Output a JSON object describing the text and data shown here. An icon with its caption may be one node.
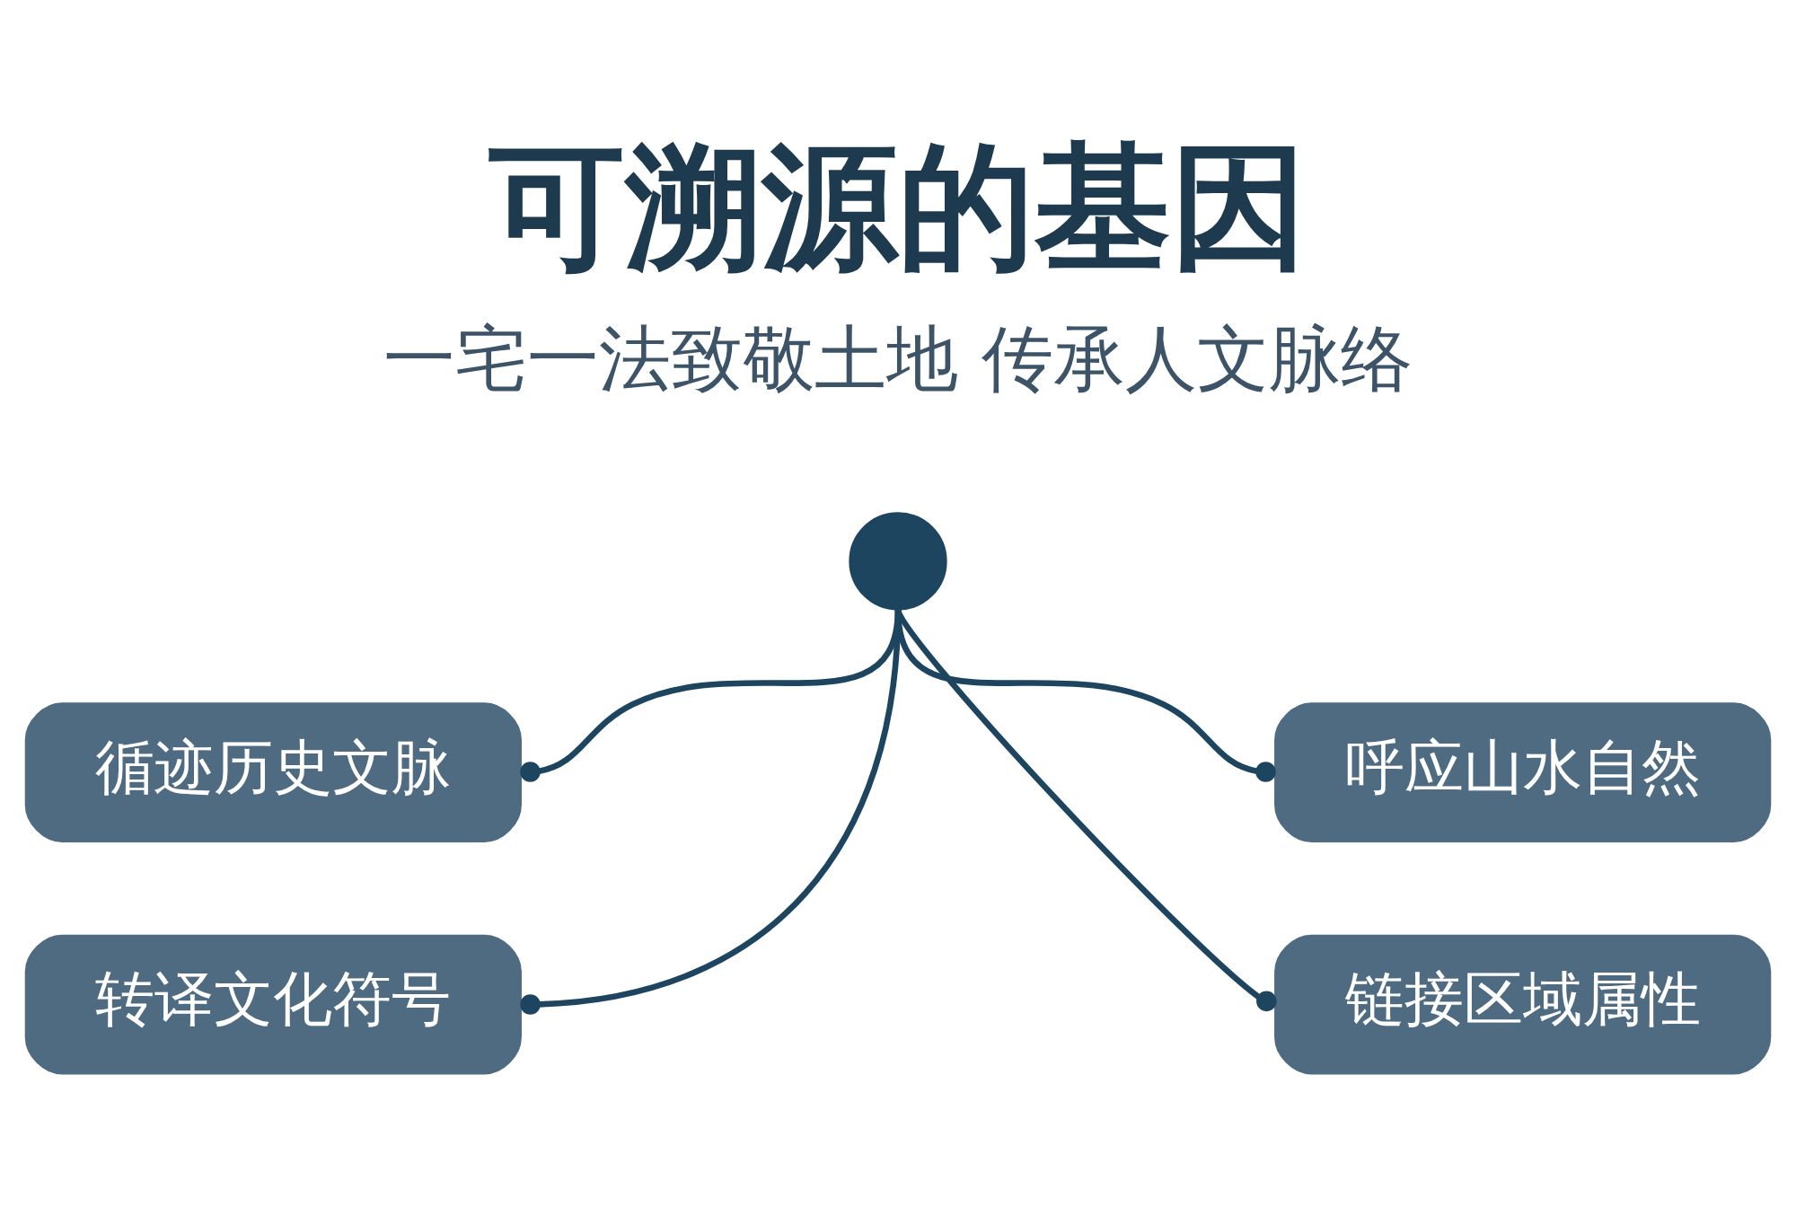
{
  "diagram": {
    "title": "可溯源的基因",
    "nodes": [
      {
        "text": [],
        "shape": "circle"
      },
      {
        "text": [
          "循迹历史文脉"
        ]
      },
      {
        "text": [
          "呼应山水自然"
        ]
      },
      {
        "text": [
          "转译文化符号"
        ]
      },
      {
        "text": [
          "链接区域属性"
        ]
      }
    ],
    "edges": [
      {
        "from": 0,
        "to": 1,
        "arrow": "other"
      },
      {
        "from": 0,
        "to": 2,
        "arrow": "other"
      },
      {
        "from": 0,
        "to": 3,
        "arrow": "other"
      },
      {
        "from": 0,
        "to": 4,
        "arrow": "other"
      }
    ],
    "labels": [
      "一宅一法致敬土地 传承人文脉络"
    ]
  }
}
